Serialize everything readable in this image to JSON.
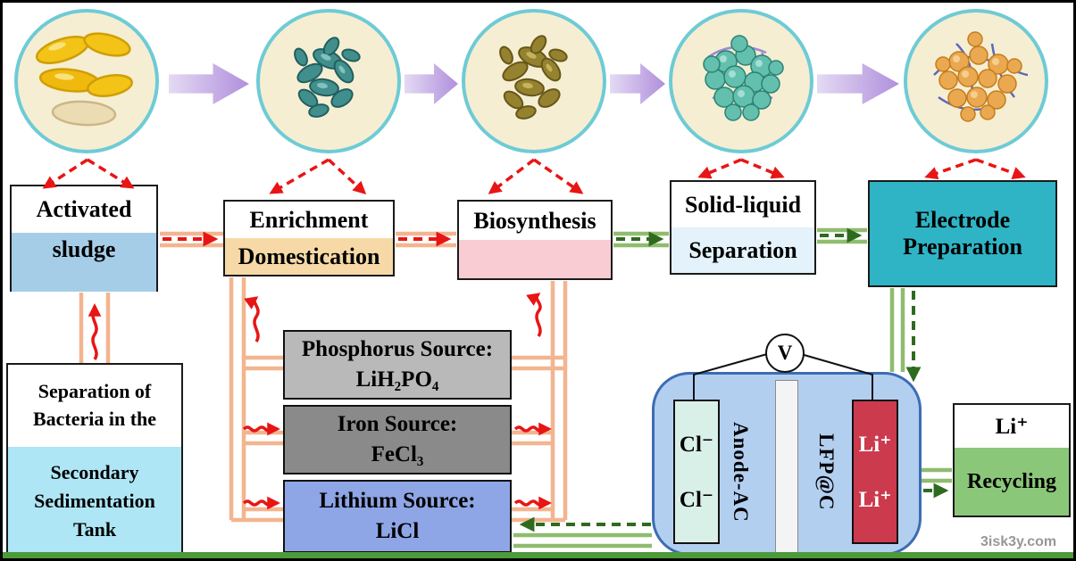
{
  "figure": {
    "watermark": "3isk3y.com"
  },
  "stages": {
    "s1": {
      "top": "Activated",
      "bottom": "sludge"
    },
    "s2": {
      "top": "Enrichment",
      "bottom": "Domestication"
    },
    "s3": {
      "top": "Biosynthesis"
    },
    "s4": {
      "top": "Solid-liquid",
      "bottom": "Separation"
    },
    "s5": {
      "line1": "Electrode",
      "line2": "Preparation"
    }
  },
  "left_box": {
    "line1": "Separation of",
    "line2": "Bacteria in the",
    "line3": "Secondary",
    "line4": "Sedimentation",
    "line5": "Tank"
  },
  "sources": {
    "phosphorus": {
      "title": "Phosphorus Source:",
      "formula": "LiH₂PO₄"
    },
    "iron": {
      "title": "Iron Source:",
      "formula": "FeCl₃"
    },
    "lithium": {
      "title": "Lithium Source:",
      "formula": "LiCl"
    }
  },
  "battery": {
    "voltmeter": "V",
    "anode": {
      "label": "Anode-AC",
      "ion1": "Cl⁻",
      "ion2": "Cl⁻"
    },
    "cathode": {
      "label": "LFP@C",
      "ion1": "Li⁺",
      "ion2": "Li⁺"
    }
  },
  "recycling": {
    "top": "Li⁺",
    "bottom": "Recycling"
  },
  "illustrations": {
    "c1": "activated-sludge-bacteria",
    "c2": "enriched-bacteria-cluster",
    "c3": "biosynthesis-bacteria-cluster",
    "c4": "solid-product-particles",
    "c5": "lfp-carbon-electrode-composite"
  },
  "colors": {
    "salmon_line": "#f2b58f",
    "red_arrow": "#e81515",
    "green_line": "#8fbc6f",
    "dark_green_arrow": "#2f6b1f",
    "purple_arrow": "#b08fdc",
    "electrode_box_teal": "#2fb4c6"
  }
}
